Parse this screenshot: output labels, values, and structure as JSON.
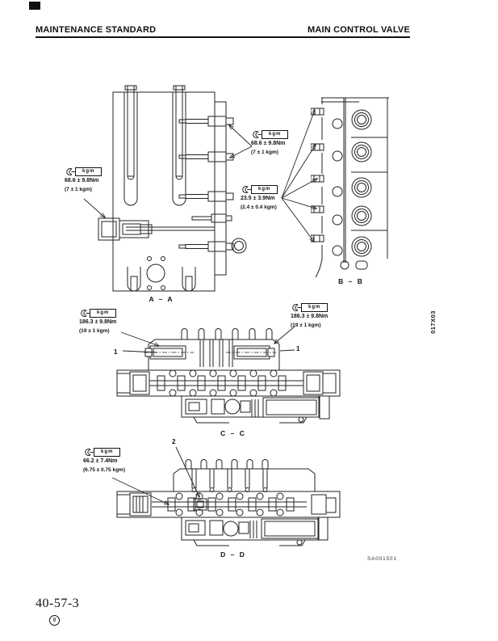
{
  "header": {
    "left_title": "MAINTENANCE STANDARD",
    "right_title": "MAIN CONTROL VALVE"
  },
  "torque_unit_label": "kgm",
  "callouts": {
    "aa_left": {
      "nm": "68.6 ± 9.8Nm",
      "kgm": "(7 ± 1 kgm)"
    },
    "aa_right": {
      "nm": "68.6 ± 9.8Nm",
      "kgm": "(7 ± 1 kgm)"
    },
    "bb_plugs": {
      "nm": "23.5 ± 3.9Nm",
      "kgm": "(2.4 ± 0.4 kgm)"
    },
    "cc_left": {
      "nm": "186.3 ± 9.8Nm",
      "kgm": "(19 ± 1 kgm)"
    },
    "cc_right": {
      "nm": "186.3 ± 9.8Nm",
      "kgm": "(19 ± 1 kgm)"
    },
    "dd_main": {
      "nm": "66.2 ± 7.4Nm",
      "kgm": "(6.75 ± 0.75 kgm)"
    }
  },
  "sections": {
    "aa": {
      "label": "A – A"
    },
    "bb": {
      "label": "B – B"
    },
    "cc": {
      "label": "C – C"
    },
    "dd": {
      "label": "D – D"
    }
  },
  "part_labels": {
    "cc_left": "1",
    "cc_right": "1",
    "dd_spool": "2"
  },
  "codes": {
    "side_code": "017X03",
    "figure_id": "SA001501"
  },
  "footer": {
    "page_number": "40-57-3",
    "edition_mark": "8"
  }
}
